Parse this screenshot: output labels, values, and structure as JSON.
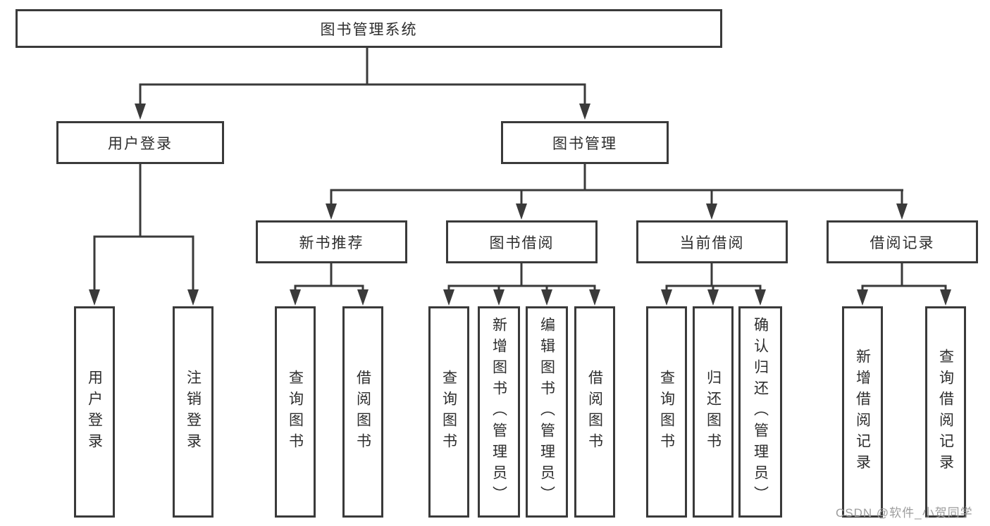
{
  "diagram_title": "图书管理系统",
  "tree": {
    "root": {
      "label": "图书管理系统",
      "children": {
        "user_login": {
          "label": "用户登录",
          "children": [
            "用户登录",
            "注销登录"
          ]
        },
        "book_management": {
          "label": "图书管理",
          "children": {
            "new_book_recommend": {
              "label": "新书推荐",
              "children": [
                "查询图书",
                "借阅图书"
              ]
            },
            "book_borrow": {
              "label": "图书借阅",
              "children": [
                "查询图书",
                "新增图书（管理员）",
                "编辑图书（管理员）",
                "借阅图书"
              ]
            },
            "current_borrow": {
              "label": "当前借阅",
              "children": [
                "查询图书",
                "归还图书",
                "确认归还（管理员）"
              ]
            },
            "borrow_records": {
              "label": "借阅记录",
              "children": [
                "新增借阅记录",
                "查询借阅记录"
              ]
            }
          }
        }
      }
    }
  },
  "watermark": {
    "text": "CSDN @软件_小贺同学"
  },
  "colors": {
    "line": "#3a3a3a",
    "box_border": "#3a3a3a",
    "text": "#2d2d2d",
    "background": "#ffffff",
    "watermark": "#9d9d9d"
  }
}
